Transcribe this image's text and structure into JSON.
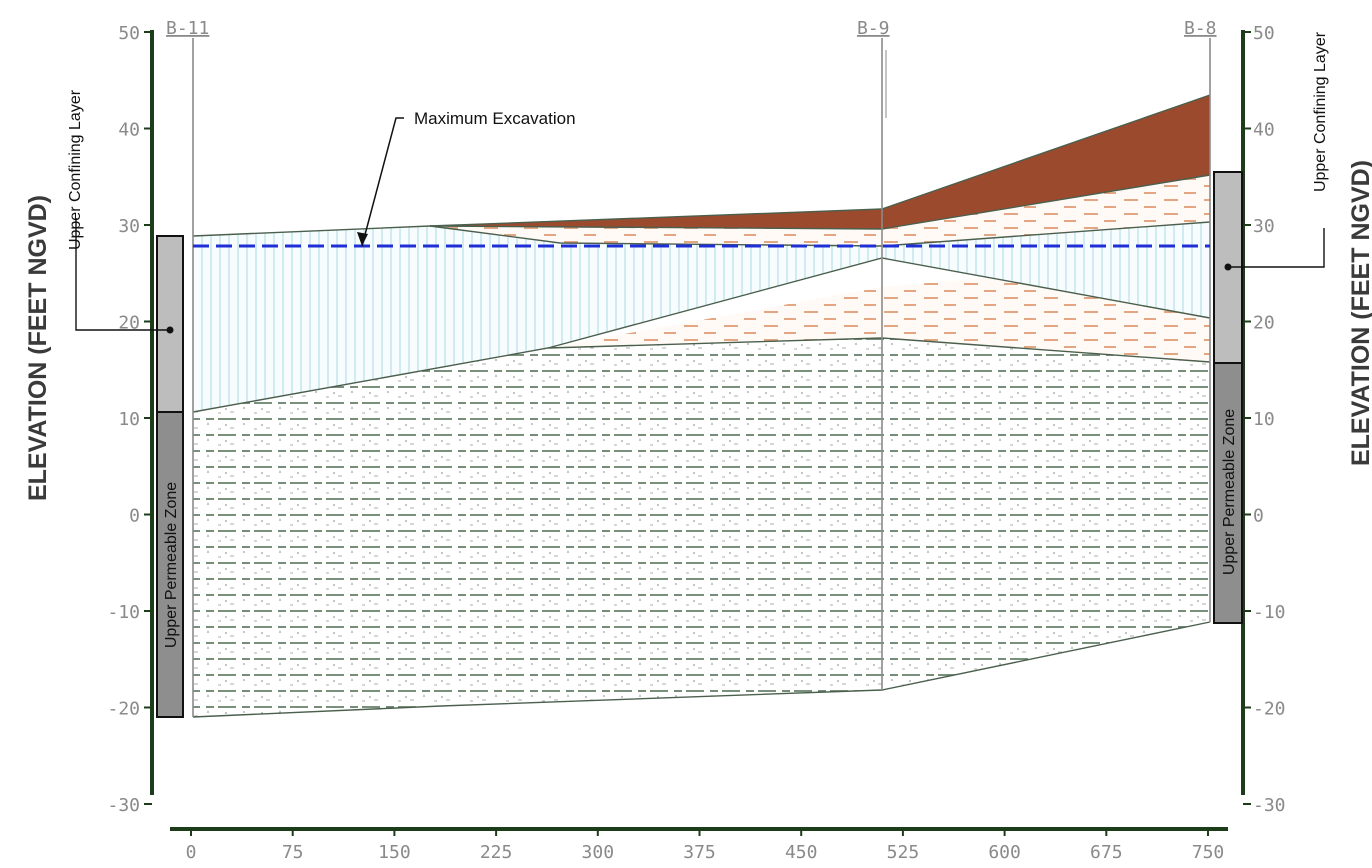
{
  "y_axis": {
    "label": "ELEVATION (FEET NGVD)",
    "ticks": [
      "50",
      "40",
      "30",
      "20",
      "10",
      "0",
      "-10",
      "-20",
      "-30"
    ]
  },
  "x_axis": {
    "ticks": [
      "0",
      "75",
      "150",
      "225",
      "300",
      "375",
      "450",
      "525",
      "600",
      "675",
      "750"
    ]
  },
  "borings": [
    "B-11",
    "B-9",
    "B-8"
  ],
  "annotations": {
    "max_excavation": "Maximum Excavation",
    "confining_left": "Upper Confining Layer",
    "confining_right": "Upper Confining Layer",
    "permeable_left": "Upper Permeable Zone",
    "permeable_right": "Upper Permeable Zone"
  },
  "zones": {
    "left": {
      "confining_top_ft": 28,
      "confining_bottom_ft": 10,
      "permeable_bottom_ft": -22
    },
    "right": {
      "confining_top_ft": 35,
      "confining_bottom_ft": 15,
      "permeable_bottom_ft": -12
    }
  },
  "max_excavation_elevation_ft": 27,
  "colors": {
    "fill_brown": "#9c4a2e",
    "excavation_line": "#1f2fd6",
    "axis_green": "#1d3d1a",
    "zone_light": "#bdbdbd",
    "zone_dark": "#8e8e8e",
    "clay_hatch": "#bfe2ea",
    "sand_dash": "#e3a682",
    "silt_dash": "#66806a"
  }
}
